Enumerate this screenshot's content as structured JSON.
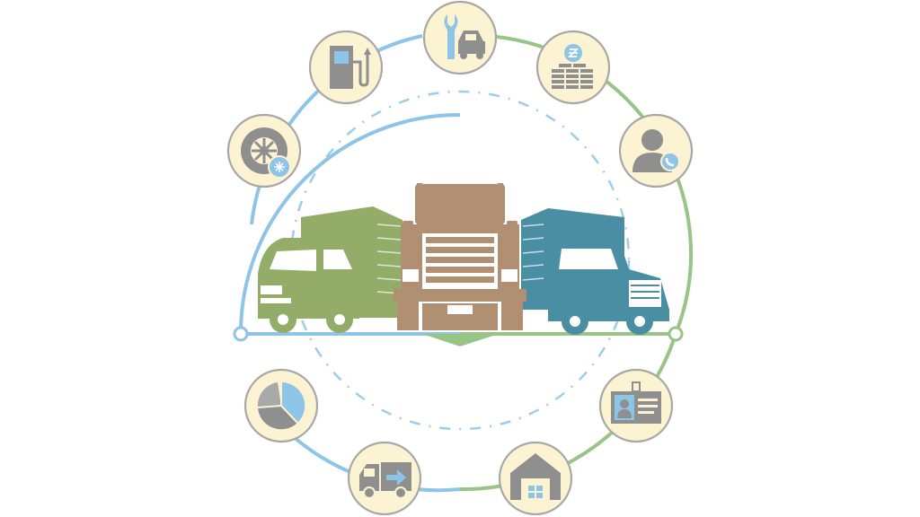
{
  "colors": {
    "background": "#ffffff",
    "ring_blue": "#8ec5e6",
    "ring_green": "#99c487",
    "dashed_circle": "#9fcce6",
    "icon_circle_fill": "#fbf3d2",
    "icon_circle_stroke": "#a7a7a7",
    "icon_gray": "#8f8f8f",
    "icon_blue": "#8ec5e6",
    "truck_green": "#93ad68",
    "truck_brown": "#b08f72",
    "truck_teal": "#4a8ea3"
  },
  "icons": [
    {
      "name": "tire-wheel-icon"
    },
    {
      "name": "fuel-pump-icon"
    },
    {
      "name": "vehicle-repair-wrench-icon"
    },
    {
      "name": "coin-stack-currency-icon"
    },
    {
      "name": "driver-contact-phone-icon"
    },
    {
      "name": "id-card-icon"
    },
    {
      "name": "garage-warehouse-icon"
    },
    {
      "name": "delivery-van-arrow-icon"
    },
    {
      "name": "pie-chart-icon"
    }
  ],
  "trucks": [
    {
      "name": "green-box-truck",
      "color": "#93ad68"
    },
    {
      "name": "brown-semi-truck",
      "color": "#b08f72"
    },
    {
      "name": "teal-box-truck",
      "color": "#4a8ea3"
    }
  ]
}
